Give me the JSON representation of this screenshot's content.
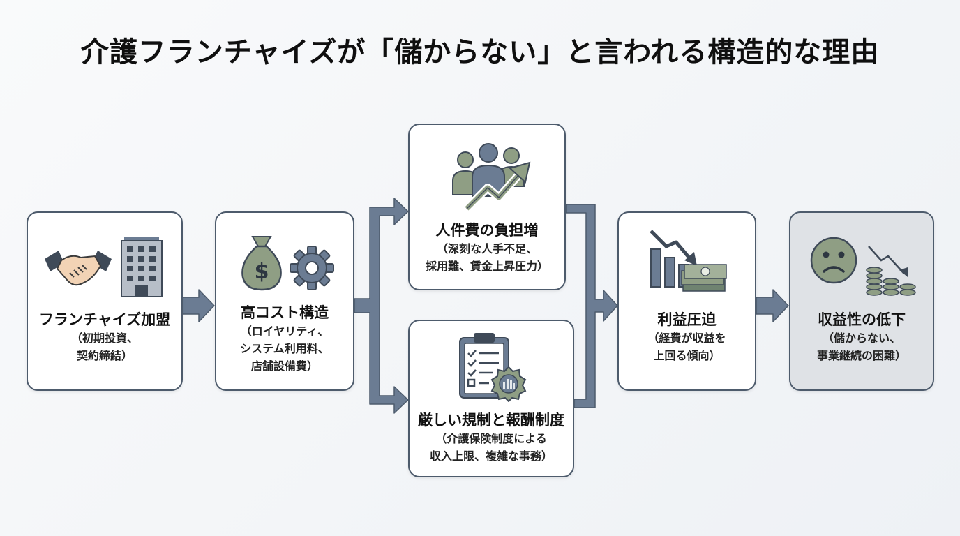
{
  "title": "介護フランチャイズが「儲からない」と言われる構造的な理由",
  "steps": [
    {
      "label": "フランチャイズ加盟",
      "sub": [
        "（初期投資、",
        "契約締結）"
      ],
      "icons": [
        "handshake-icon",
        "office-building-icon"
      ]
    },
    {
      "label": "高コスト構造",
      "sub": [
        "（ロイヤリティ、",
        "システム利用料、",
        "店舗設備費）"
      ],
      "icons": [
        "money-bag-icon",
        "gear-icon"
      ]
    },
    {
      "label": "人件費の負担増",
      "sub": [
        "（深刻な人手不足、",
        "採用難、賃金上昇圧力）"
      ],
      "icons": [
        "people-group-icon",
        "trend-up-arrow-icon"
      ]
    },
    {
      "label": "厳しい規制と報酬制度",
      "sub": [
        "（介護保険制度による",
        "収入上限、複雑な事務）"
      ],
      "icons": [
        "clipboard-checklist-icon",
        "seal-badge-icon"
      ]
    },
    {
      "label": "利益圧迫",
      "sub": [
        "（経費が収益を",
        "上回る傾向）"
      ],
      "icons": [
        "declining-bar-chart-icon",
        "cash-stack-icon"
      ]
    },
    {
      "label": "収益性の低下",
      "sub": [
        "（儲からない、",
        "事業継続の困難）"
      ],
      "icons": [
        "sad-face-icon",
        "decreasing-coins-icon"
      ]
    }
  ],
  "colors": {
    "border": "#4d5b6c",
    "arrow": "#6b7c93",
    "icon_green": "#8f9e84",
    "icon_dark": "#3f4a58",
    "final_box_bg": "#dfe2e6"
  }
}
